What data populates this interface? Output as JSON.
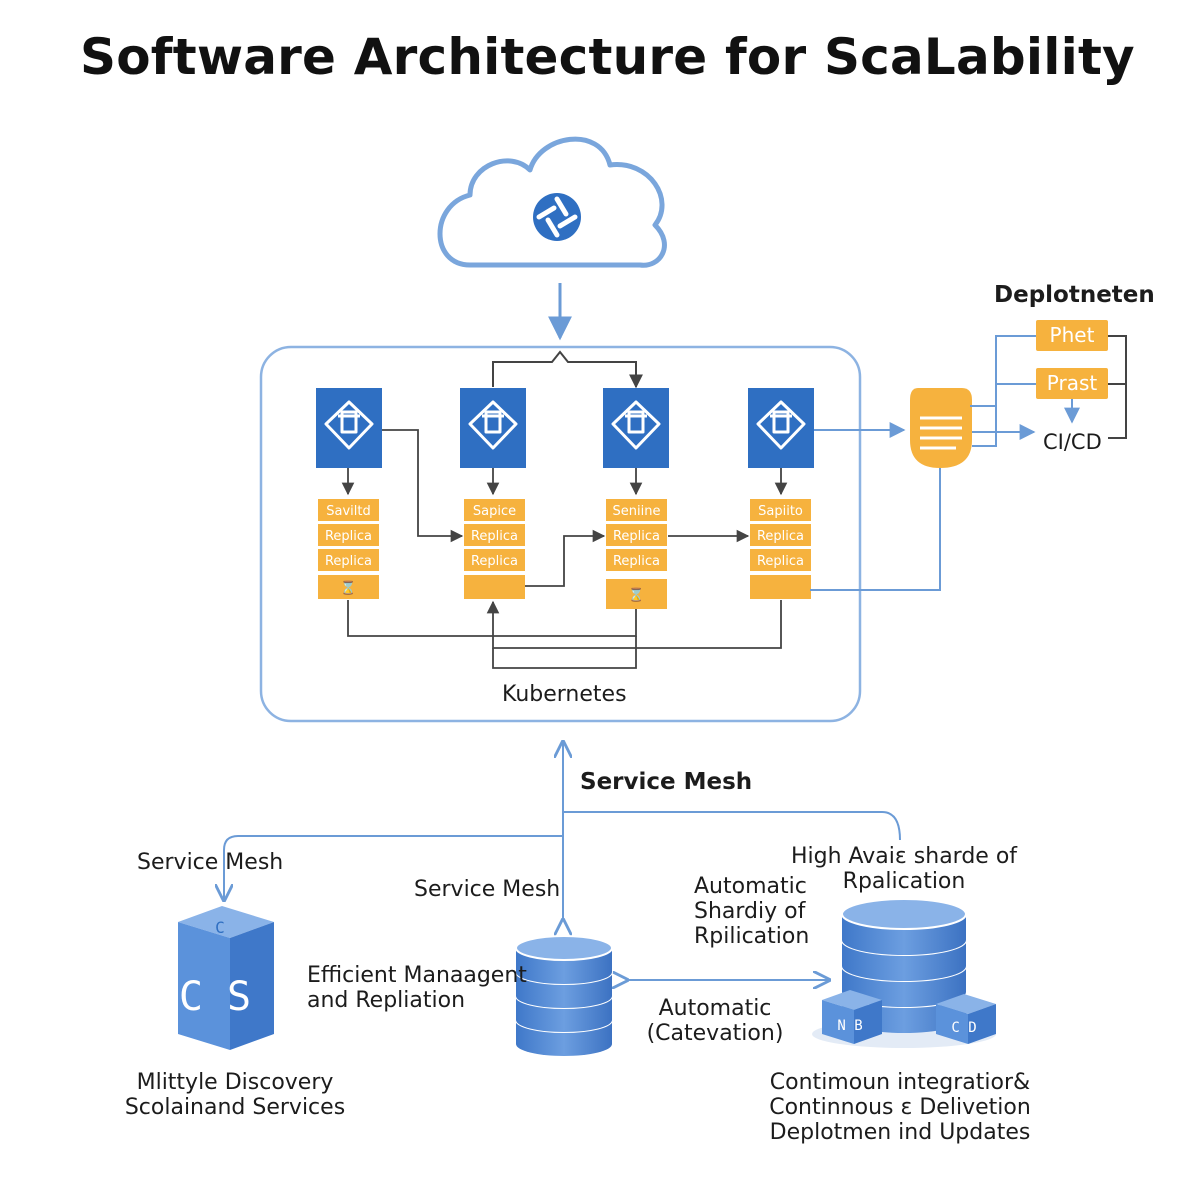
{
  "title": "Software Architecture for ScaLability",
  "kubernetes_label": "Kubernetes",
  "service_mesh_main": "Service Mesh",
  "service_mesh_left": "Service Mesh",
  "service_mesh_mid": "Service Mesh",
  "deployment": {
    "heading": "Deplotneten",
    "box1": "Phet",
    "box2": "Prast",
    "cicd": "CI/CD"
  },
  "columns": [
    {
      "rows": [
        "Saviltd",
        "Replica",
        "Replica",
        "⌛"
      ]
    },
    {
      "rows": [
        "Sapice",
        "Replica",
        "Replica",
        ""
      ]
    },
    {
      "rows": [
        "Seniine",
        "Replica",
        "Replica",
        "⌛"
      ]
    },
    {
      "rows": [
        "Sapiito",
        "Replica",
        "Replica",
        ""
      ]
    }
  ],
  "cube_letters": {
    "front": "C S",
    "top": "C"
  },
  "mini_cubes": {
    "left": "N B",
    "right": "C D"
  },
  "labels": {
    "high_availability": "High Avaiɛ sharde of\nRpalication",
    "auto_sharding": "Automatic\nShardiy of\nRpilication",
    "efficient": "Efficient Manaagent\nand Repliation",
    "auto_cat": "Automatic\n(Catevation)",
    "discovery": "Mlittyle Discovery\nScolainand Services",
    "continuous": "Contimoun integratior&\nContinnous ɛ Delivetion\nDeplotmen ind Updates"
  },
  "colors": {
    "blue": "#2f6fc2",
    "light_blue": "#7aa6dc",
    "orange": "#f6b23e",
    "line": "#444444"
  }
}
